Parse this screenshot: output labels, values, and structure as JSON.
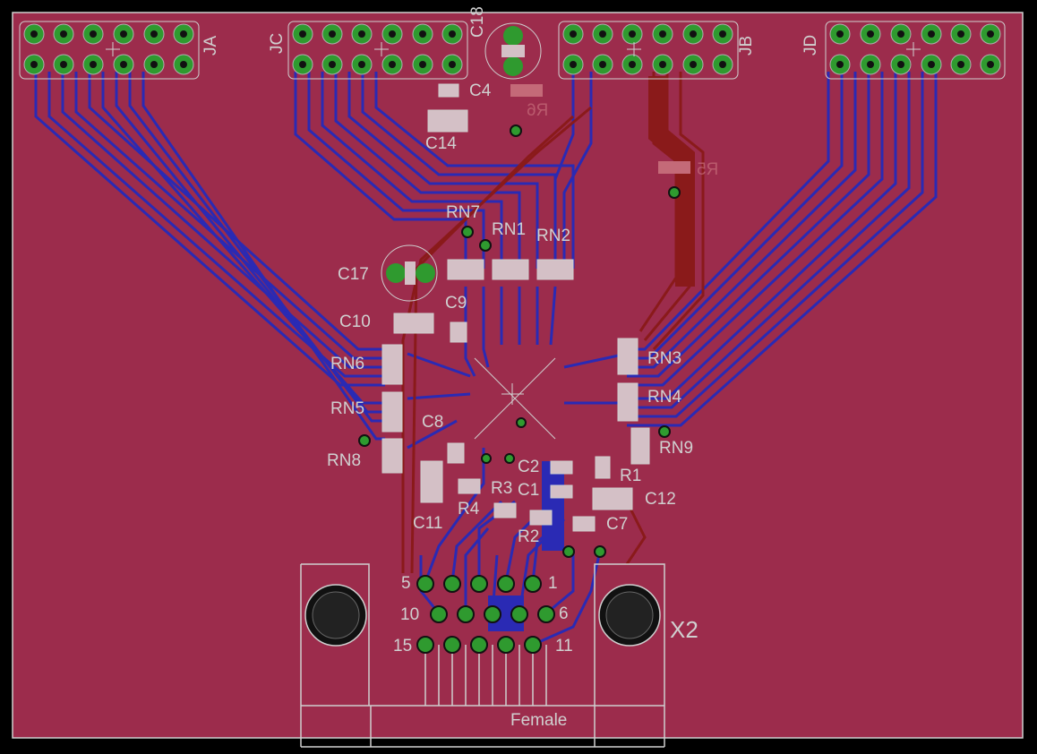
{
  "colors": {
    "board": "#9c2c4c",
    "background": "#000000",
    "top_trace": "#2a2ab4",
    "bottom_trace": "#8a1a1a",
    "pad_ring": "#2f9a2f",
    "silk": "#cfcfcf",
    "smd_pad": "#d4c0c6"
  },
  "headers": {
    "ja": "JA",
    "jb": "JB",
    "jc": "JC",
    "jd": "JD"
  },
  "capacitors": {
    "c1": "C1",
    "c2": "C2",
    "c4": "C4",
    "c7": "C7",
    "c8": "C8",
    "c9": "C9",
    "c10": "C10",
    "c11": "C11",
    "c12": "C12",
    "c14": "C14",
    "c17": "C17",
    "c18": "C18"
  },
  "resistors": {
    "r1": "R1",
    "r2": "R2",
    "r3": "R3",
    "r4": "R4",
    "r5_bottom": "R5",
    "r6_bottom": "R6"
  },
  "networks": {
    "rn1": "RN1",
    "rn2": "RN2",
    "rn3": "RN3",
    "rn4": "RN4",
    "rn5": "RN5",
    "rn6": "RN6",
    "rn7": "RN7",
    "rn8": "RN8",
    "rn9": "RN9"
  },
  "connector": {
    "name": "X2",
    "gender": "Female",
    "pin_labels": {
      "p1": "1",
      "p5": "5",
      "p6": "6",
      "p10": "10",
      "p11": "11",
      "p15": "15"
    }
  }
}
